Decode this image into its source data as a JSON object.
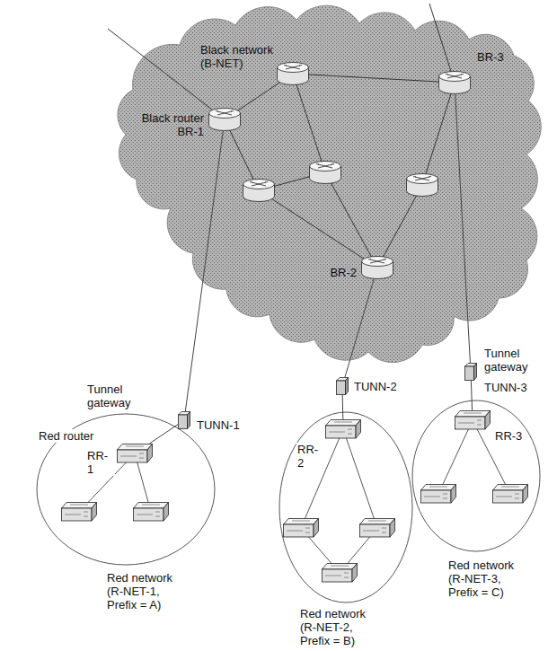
{
  "diagram": {
    "nodes": [
      {
        "text": [
          "Black network (B-NET)"
        ]
      },
      {
        "text": [
          "Black router BR-1"
        ],
        "in": 0
      },
      {
        "text": [
          "BR-3"
        ],
        "in": 0
      },
      {
        "text": [
          "BR-2"
        ],
        "in": 0
      },
      {
        "text": [
          "Tunnel gateway",
          "TUNN-1"
        ]
      },
      {
        "text": [
          "TUNN-2"
        ]
      },
      {
        "text": [
          "Tunnel gateway",
          "TUNN-3"
        ]
      },
      {
        "text": [
          "Red network (R-NET-1, Prefix = A)"
        ]
      },
      {
        "text": [
          "Red router",
          "RR-1"
        ],
        "in": 7
      },
      {
        "text": [
          "Red network (R-NET-2, Prefix = B)"
        ]
      },
      {
        "text": [
          "RR-2"
        ],
        "in": 9
      },
      {
        "text": [
          "Red network (R-NET-3, Prefix = C)"
        ]
      },
      {
        "text": [
          "RR-3"
        ],
        "in": 11
      }
    ],
    "edges": [
      {
        "from": 1,
        "to": 4,
        "arrow": "none"
      },
      {
        "from": 4,
        "to": 8,
        "arrow": "none"
      },
      {
        "from": 3,
        "to": 5,
        "arrow": "none"
      },
      {
        "from": 5,
        "to": 10,
        "arrow": "none"
      },
      {
        "from": 2,
        "to": 6,
        "arrow": "none"
      },
      {
        "from": 6,
        "to": 12,
        "arrow": "none"
      }
    ]
  }
}
